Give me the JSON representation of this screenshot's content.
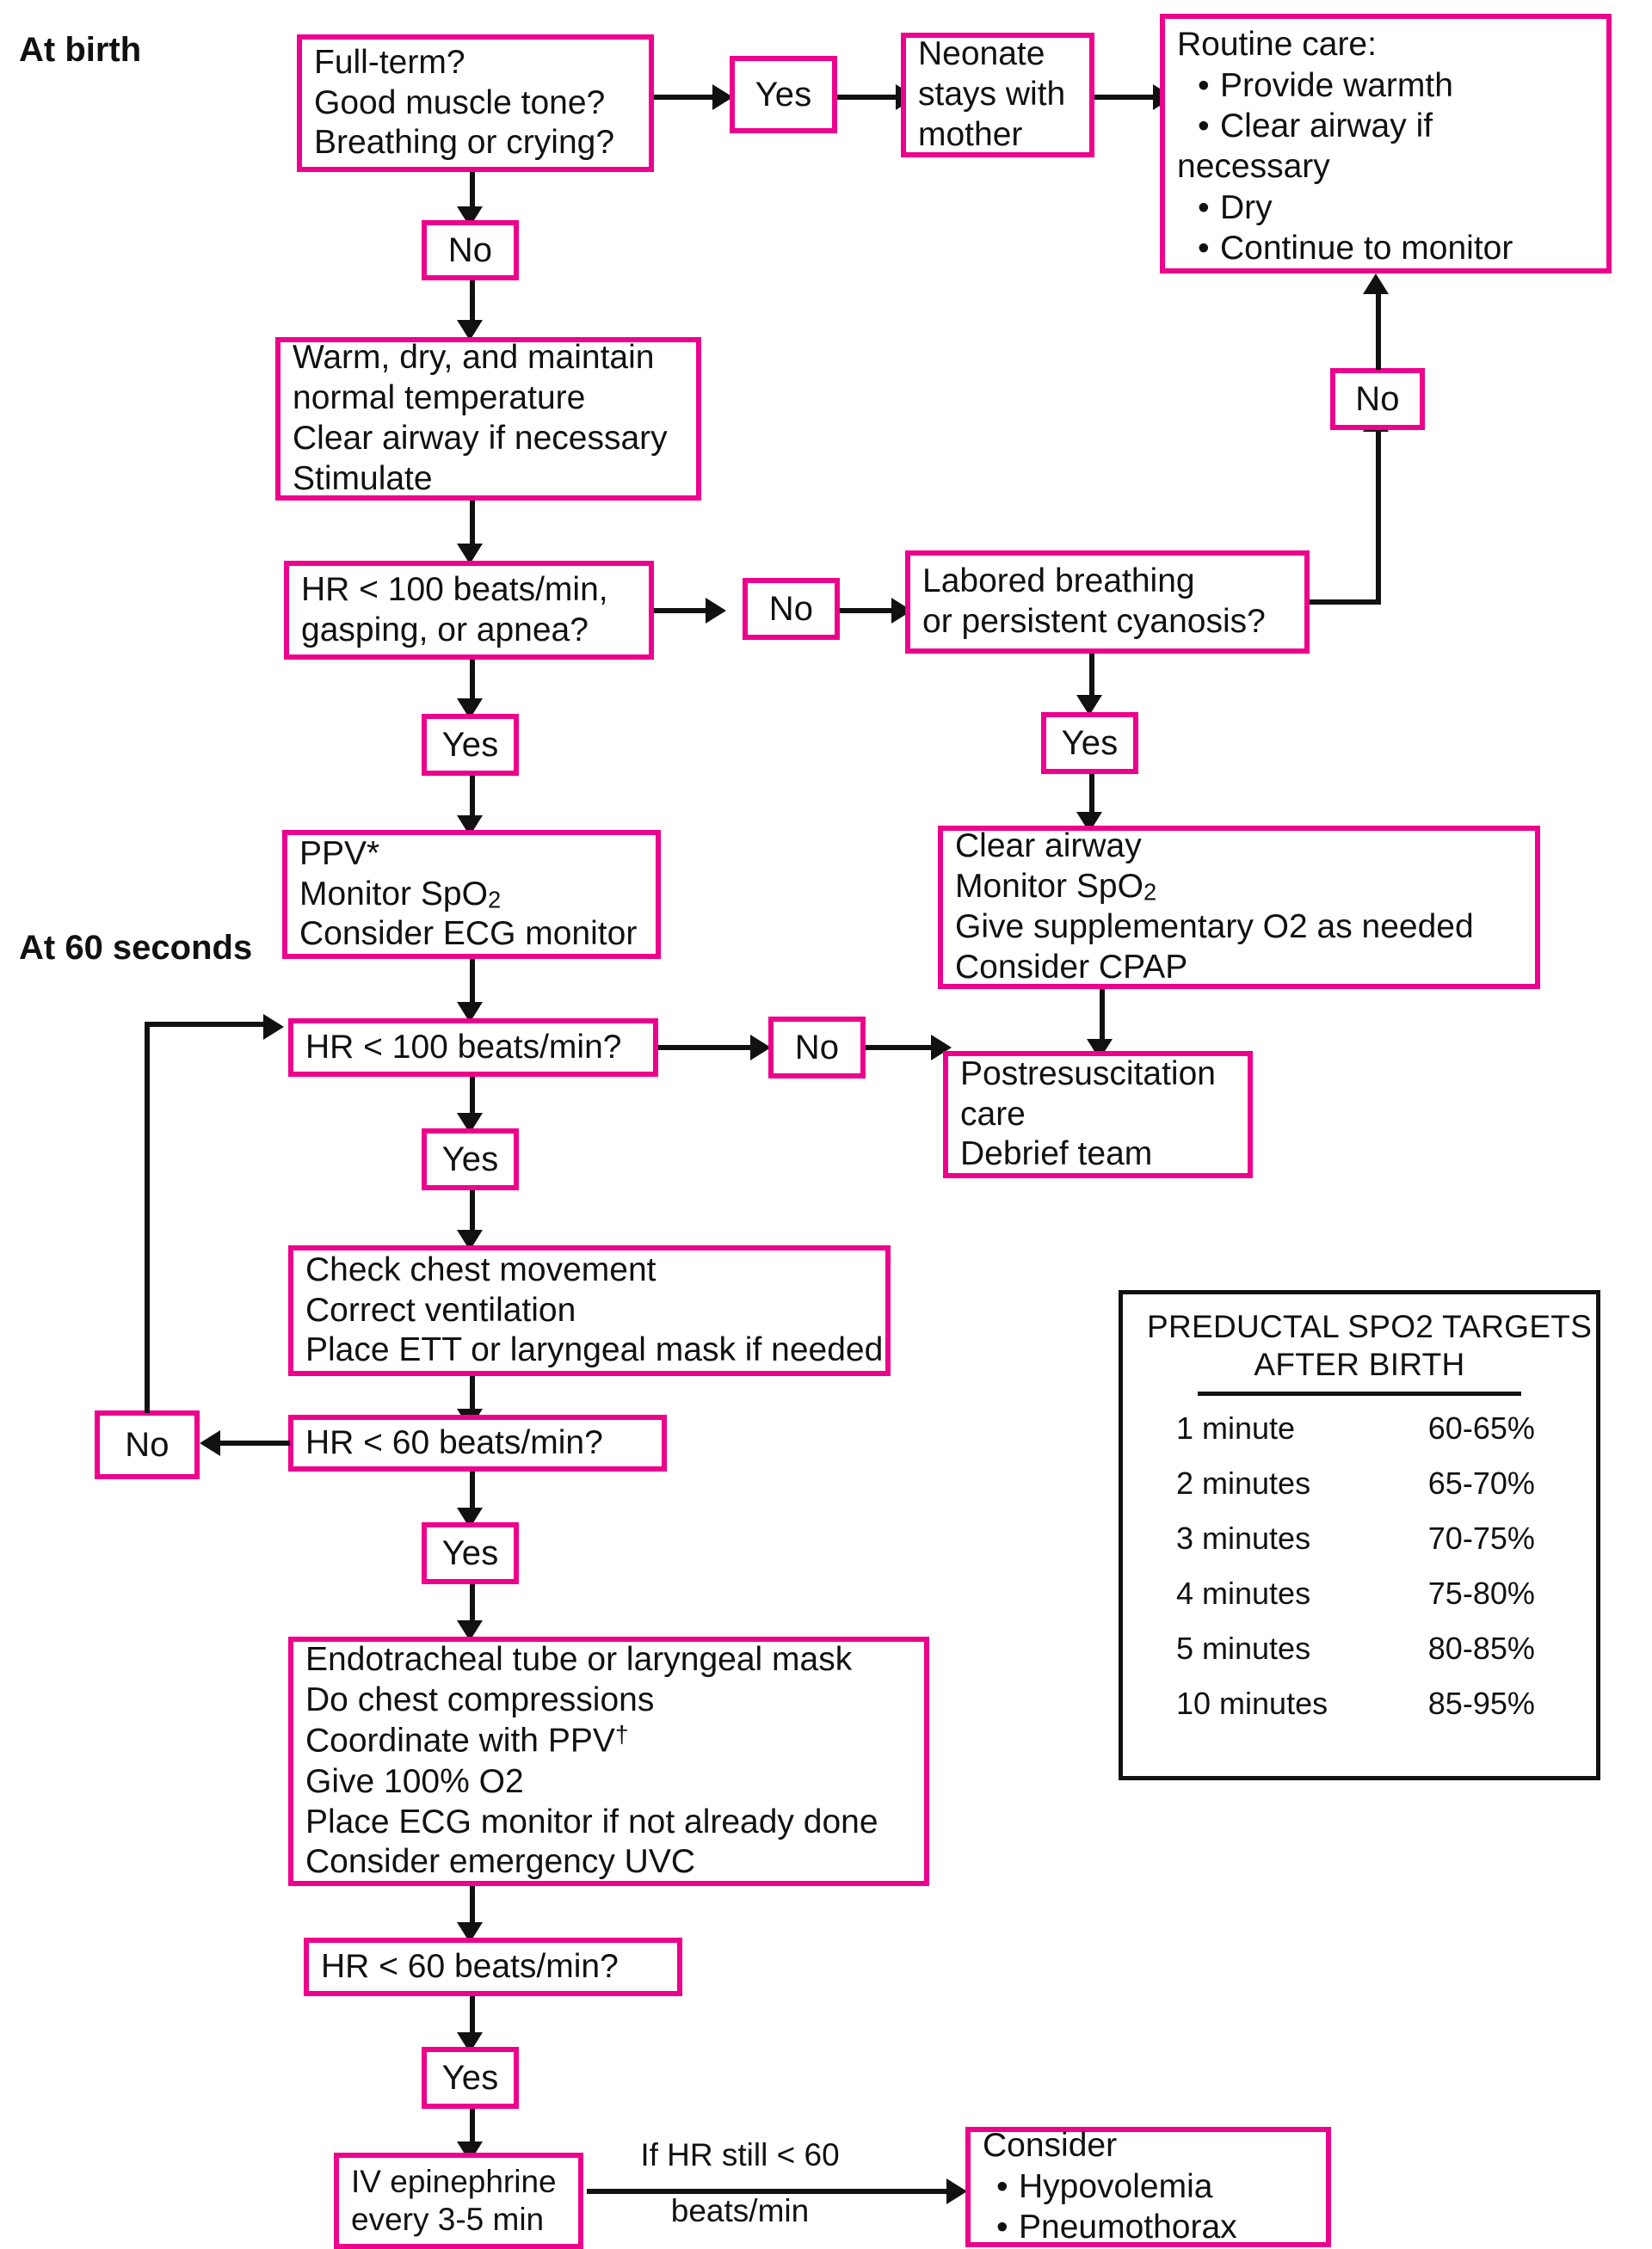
{
  "stage_labels": {
    "at_birth": "At birth",
    "at_60_seconds": "At 60 seconds"
  },
  "colors": {
    "box_border_pink": "#ec008c",
    "connector_black": "#111111",
    "table_border": "#111111",
    "background": "#ffffff"
  },
  "decisions": {
    "initial_assessment": {
      "line1": "Full-term?",
      "line2": "Good muscle tone?",
      "line3": "Breathing or crying?"
    },
    "hr100_gasping": {
      "line1": "HR < 100 beats/min,",
      "line2": "gasping, or apnea?"
    },
    "labored_breathing": {
      "line1": "Labored breathing",
      "line2": "or persistent cyanosis?"
    },
    "hr100": {
      "line1": "HR < 100 beats/min?"
    },
    "hr60_first": {
      "line1": "HR < 60 beats/min?"
    },
    "hr60_second": {
      "line1": "HR < 60 beats/min?"
    }
  },
  "answers": {
    "yes_initial": "Yes",
    "no_initial": "No",
    "no_hr100_gasping": "No",
    "yes_hr100_gasping": "Yes",
    "yes_labored": "Yes",
    "no_labored": "No",
    "no_hr100": "No",
    "yes_hr100": "Yes",
    "no_hr60_first": "No",
    "yes_hr60_first": "Yes",
    "yes_hr60_second": "Yes"
  },
  "actions": {
    "neonate_stays": {
      "line1": "Neonate",
      "line2": "stays with",
      "line3": "mother"
    },
    "routine_care": {
      "title": "Routine care:",
      "bullets": [
        "Provide warmth",
        "Clear airway if",
        "Dry",
        "Continue to monitor"
      ],
      "wrapped_line": "necessary"
    },
    "warm_dry": {
      "line1": "Warm, dry, and maintain",
      "line2": "normal temperature",
      "line3": "Clear airway if necessary",
      "line4": "Stimulate"
    },
    "ppv": {
      "line1": "PPV*",
      "line2_pre": "Monitor Sp",
      "line2_o": "O",
      "line2_sub": "2",
      "line3": "Consider ECG monitor"
    },
    "clear_airway": {
      "line1": "Clear airway",
      "line2_pre": "Monitor Sp",
      "line2_o": "O",
      "line2_sub": "2",
      "line3": "Give supplementary O2 as needed",
      "line4": "Consider CPAP"
    },
    "postresuscitation": {
      "line1": "Postresuscitation",
      "line2": "care",
      "line3": "Debrief team"
    },
    "check_chest": {
      "line1": "Check chest movement",
      "line2": "Correct ventilation",
      "line3": "Place ETT or laryngeal mask if needed"
    },
    "ett_compressions": {
      "line1": "Endotracheal tube or laryngeal mask",
      "line2": "Do chest compressions",
      "line3_pre": "Coordinate with PPV",
      "line3_dagger": "†",
      "line4": "Give 100% O2",
      "line5": "Place ECG monitor if not already done",
      "line6": "Consider emergency UVC"
    },
    "iv_epinephrine": {
      "line1": "IV epinephrine",
      "line2": "every 3-5 min"
    },
    "consider_causes": {
      "title": "Consider",
      "bullets": [
        "Hypovolemia",
        "Pneumothorax"
      ]
    }
  },
  "edge_labels": {
    "if_hr_still_60": {
      "line1": "If HR still < 60",
      "line2": "beats/min"
    }
  },
  "spo2_table": {
    "title_line1": "PREDUCTAL SPO2 TARGETS",
    "title_line2": "AFTER BIRTH",
    "rows": [
      {
        "time": "1 minute",
        "target": "60-65%"
      },
      {
        "time": "2 minutes",
        "target": "65-70%"
      },
      {
        "time": "3 minutes",
        "target": "70-75%"
      },
      {
        "time": "4 minutes",
        "target": "75-80%"
      },
      {
        "time": "5 minutes",
        "target": "80-85%"
      },
      {
        "time": "10 minutes",
        "target": "85-95%"
      }
    ]
  }
}
